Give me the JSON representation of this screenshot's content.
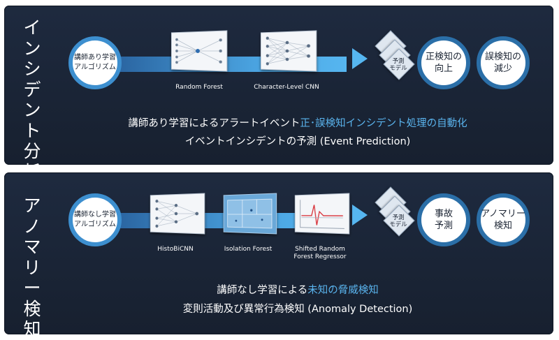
{
  "panel1": {
    "title": "インシデント分析",
    "input_circle": "講師あり学習\nアルゴリズム",
    "models": [
      "Random Forest",
      "Character-Level CNN"
    ],
    "predict_label": "予測\nモデル",
    "outputs": [
      "正検知の\n向上",
      "誤検知の\n減少"
    ],
    "headline_pre": "講師あり学習によるアラートイベント",
    "headline_hl": "正･誤検知インシデント処理の自動化",
    "subline": "イベントインシデントの予測 (Event Prediction)"
  },
  "panel2": {
    "title": "アノマリー検知",
    "input_circle": "講師なし学習\nアルゴリズム",
    "models": [
      "HistoBiCNN",
      "Isolation Forest",
      "Shifted Random\nForest Regressor"
    ],
    "predict_label": "予測\nモデル",
    "outputs": [
      "事故\n予測",
      "アノマリー\n検知"
    ],
    "headline_pre": "講師なし学習による",
    "headline_hl": "未知の脅威検知",
    "subline": "変則活動及び異常行為検知 (Anomaly Detection)"
  },
  "colors": {
    "accent": "#5ab4ee",
    "panel": "#1b2538",
    "circle_border": "#3d8fcf"
  }
}
